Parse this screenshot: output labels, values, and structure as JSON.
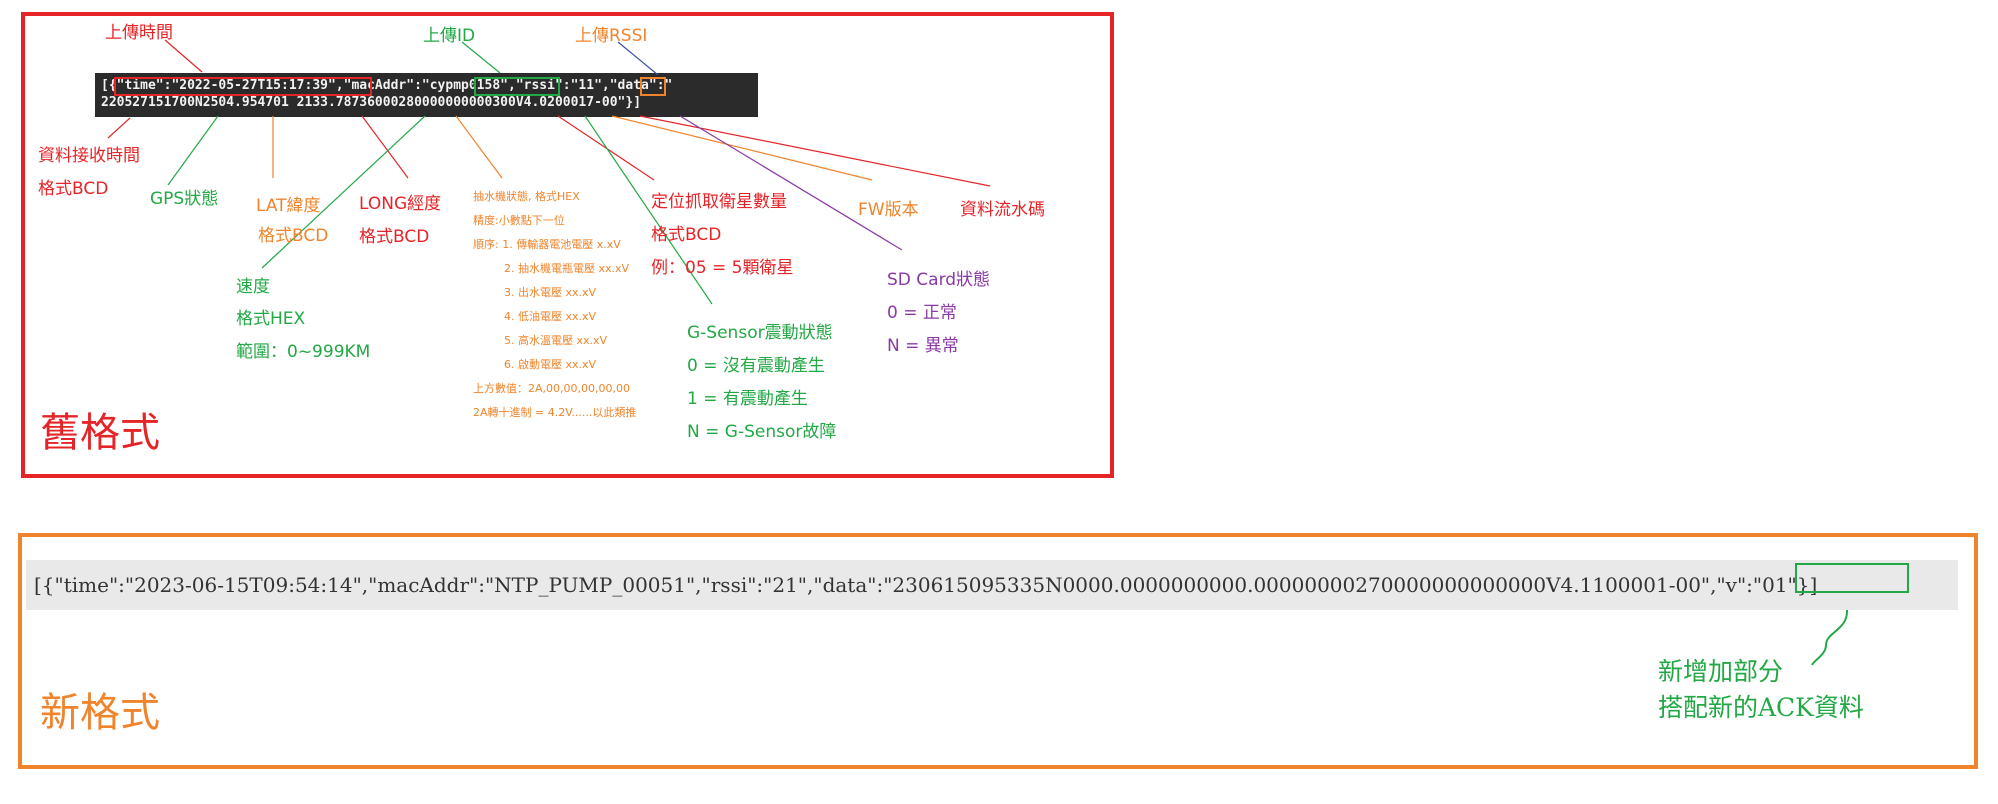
{
  "old_format": {
    "title": "舊格式",
    "code_line1": "[{\"time\":\"2022-05-27T15:17:39\",\"macAddr\":\"cypmp0158\",\"rssi\":\"11\",\"data\":\"",
    "code_line2": "220527151700N2504.954701 2133.78736000280000000000300V4.0200017-00\"}]",
    "labels": {
      "upload_time": "上傳時間",
      "upload_id": "上傳ID",
      "upload_rssi": "上傳RSSI",
      "recv_time": "資料接收時間",
      "recv_time_fmt": "格式BCD",
      "gps_state": "GPS狀態",
      "lat": "LAT緯度",
      "lat_fmt": "格式BCD",
      "long": "LONG經度",
      "long_fmt": "格式BCD",
      "speed": "速度",
      "speed_fmt": "格式HEX",
      "speed_range": "範圍：0~999KM",
      "pump_state": "抽水機狀態, 格式HEX",
      "pump_precision": "精度:小數點下一位",
      "pump_order": "順序: 1. 傳輸器電池電壓 x.xV",
      "pump_2": "2. 抽水機電瓶電壓 xx.xV",
      "pump_3": "3. 出水電壓 xx.xV",
      "pump_4": "4. 低油電壓 xx.xV",
      "pump_5": "5. 高水溫電壓 xx.xV",
      "pump_6": "6. 啟動電壓 xx.xV",
      "pump_example1": "上方數值：2A,00,00,00,00,00",
      "pump_example2": "2A轉十進制 = 4.2V......以此類推",
      "sat": "定位抓取衛星數量",
      "sat_fmt": "格式BCD",
      "sat_ex": "例：05 = 5顆衛星",
      "gsensor": "G-Sensor震動狀態",
      "gsensor_0": "0 = 沒有震動產生",
      "gsensor_1": "1 = 有震動產生",
      "gsensor_n": "N = G-Sensor故障",
      "fw": "FW版本",
      "serial": "資料流水碼",
      "sd": "SD Card狀態",
      "sd_0": "0 = 正常",
      "sd_n": "N = 異常"
    }
  },
  "new_format": {
    "title": "新格式",
    "code": "[{\"time\":\"2023-06-15T09:54:14\",\"macAddr\":\"NTP_PUMP_00051\",\"rssi\":\"21\",\"data\":\"230615095335N0000.0000000000.00000000270000000000000V4.1100001-00\",\"v\":\"01\"}]",
    "note_line1": "新增加部分",
    "note_line2": "搭配新的ACK資料"
  },
  "colors": {
    "red": "#e52428",
    "green": "#22a845",
    "orange": "#f0842c",
    "purple": "#8a3aa6"
  }
}
